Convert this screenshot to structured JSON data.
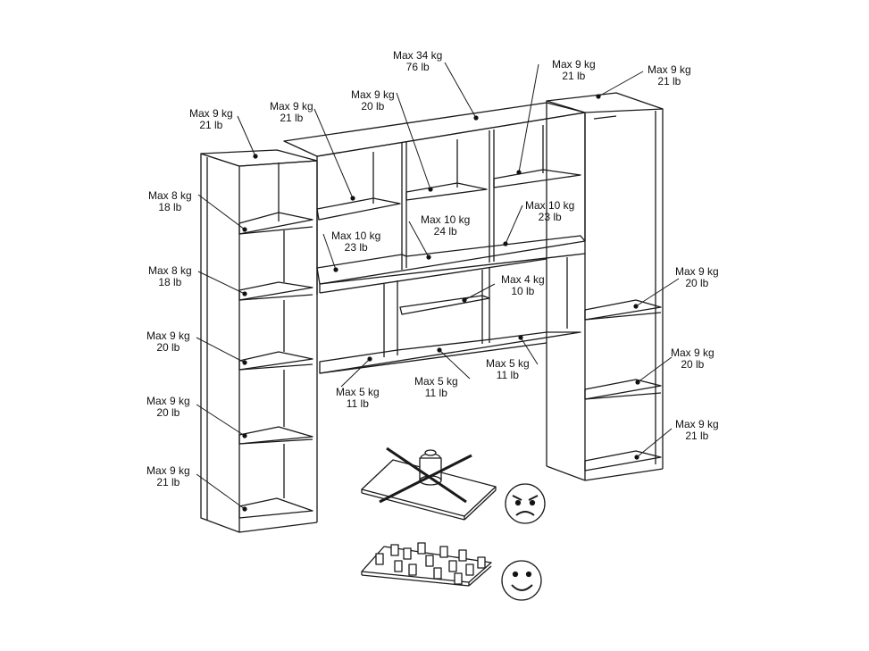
{
  "labels": {
    "top_center": {
      "kg": "Max 34 kg",
      "lb": "76 lb"
    },
    "top_left_unit": {
      "kg": "Max 9 kg",
      "lb": "21 lb"
    },
    "top_mid_left_shelf": {
      "kg": "Max 9 kg",
      "lb": "21 lb"
    },
    "top_mid_shelf": {
      "kg": "Max 9 kg",
      "lb": "20 lb"
    },
    "top_mid_right_shelf": {
      "kg": "Max 9 kg",
      "lb": "21 lb"
    },
    "top_right_unit": {
      "kg": "Max 9 kg",
      "lb": "21 lb"
    },
    "left_shelf_1": {
      "kg": "Max 8 kg",
      "lb": "18 lb"
    },
    "left_shelf_2": {
      "kg": "Max 8 kg",
      "lb": "18 lb"
    },
    "left_shelf_3": {
      "kg": "Max 9 kg",
      "lb": "20 lb"
    },
    "left_shelf_4": {
      "kg": "Max 9 kg",
      "lb": "20 lb"
    },
    "left_bottom": {
      "kg": "Max 9 kg",
      "lb": "21 lb"
    },
    "bridge_left_bottom": {
      "kg": "Max 10 kg",
      "lb": "23 lb"
    },
    "bridge_mid_bottom": {
      "kg": "Max 10 kg",
      "lb": "24 lb"
    },
    "bridge_right_bottom": {
      "kg": "Max 10 kg",
      "lb": "23 lb"
    },
    "bridge_small_shelf": {
      "kg": "Max 4 kg",
      "lb": "10 lb"
    },
    "bridge_under_left": {
      "kg": "Max 5 kg",
      "lb": "11 lb"
    },
    "bridge_under_mid": {
      "kg": "Max 5 kg",
      "lb": "11 lb"
    },
    "bridge_under_right": {
      "kg": "Max 5 kg",
      "lb": "11 lb"
    },
    "right_shelf_1": {
      "kg": "Max 9 kg",
      "lb": "20 lb"
    },
    "right_shelf_2": {
      "kg": "Max 9 kg",
      "lb": "20 lb"
    },
    "right_bottom": {
      "kg": "Max 9 kg",
      "lb": "21 lb"
    }
  },
  "icons": {
    "bad": "angry-face-icon",
    "good": "smiling-face-icon",
    "concentrated_weight": "crossed-out-weight-icon",
    "distributed_weight": "distributed-weights-icon"
  },
  "colors": {
    "line": "#1a1a1a",
    "background": "#ffffff"
  }
}
